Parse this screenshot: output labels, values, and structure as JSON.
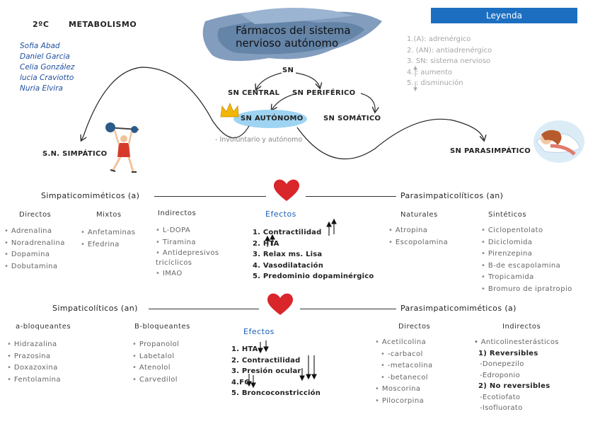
{
  "header": {
    "course": "2ºC",
    "subject": "METABOLISMO",
    "authors": [
      "Sofia Abad",
      "Daniel Garcia",
      "Celia González",
      "lucia Craviotto",
      "Nuria Elvira"
    ]
  },
  "title": {
    "line1": "Fármacos del sistema",
    "line2": "nervioso autónomo"
  },
  "legend": {
    "title": "Leyenda",
    "items": [
      "1.(A): adrenérgico",
      "2. (AN): antiadrenérgico",
      "3. SN: sistema nervioso",
      "4. : aumento",
      "5. : disminución"
    ]
  },
  "tree": {
    "root": "SN",
    "central": "SN CENTRAL",
    "periferico": "SN PERIFÉRICO",
    "autonomo": "SN AUTÓNOMO",
    "somatico": "SN SOMÁTICO",
    "autonomo_note": "- Involuntario y autónomo",
    "simpatico": "S.N. SIMPÁTICO",
    "parasimpatico": "SN PARASIMPÁTICO"
  },
  "row1": {
    "left_title": "Simpaticomiméticos (a)",
    "right_title": "Parasimpaticolíticos (an)",
    "directos": {
      "title": "Directos",
      "items": [
        "Adrenalina",
        "Noradrenalina",
        "Dopamina",
        "Dobutamina"
      ]
    },
    "mixtos": {
      "title": "Mixtos",
      "items": [
        "Anfetaminas",
        "Efedrina"
      ]
    },
    "indirectos": {
      "title": "Indirectos",
      "items": [
        "L-DOPA",
        "Tiramina",
        "Antidepresivos tricíclicos",
        "IMAO"
      ]
    },
    "efectos": {
      "title": "Efectos",
      "items": [
        "1. Contractilidad",
        "2. HTA",
        "3. Relax ms. Lisa",
        "4. Vasodilatación",
        "5. Predominio dopaminérgico"
      ]
    },
    "naturales": {
      "title": "Naturales",
      "items": [
        "Atropina",
        "Escopolamina"
      ]
    },
    "sinteticos": {
      "title": "Sintéticos",
      "items": [
        "Ciclopentolato",
        "Diciclomida",
        "Pirenzepina",
        "B-de escapolamina",
        "Tropicamida",
        "Bromuro de ipratropio"
      ]
    }
  },
  "row2": {
    "left_title": "Simpaticolíticos (an)",
    "right_title": "Parasimpaticomiméticos (a)",
    "alfa": {
      "title": "a-bloqueantes",
      "items": [
        "Hidrazalina",
        "Prazosina",
        "Doxazoxina",
        "Fentolamina"
      ]
    },
    "beta": {
      "title": "B-bloqueantes",
      "items": [
        "Propanolol",
        "Labetalol",
        "Atenolol",
        "Carvedilol"
      ]
    },
    "efectos": {
      "title": "Efectos",
      "items": [
        "1. HTA",
        "2. Contractilidad",
        "3. Presión ocular",
        "4.FC",
        "5. Broncoconstricción"
      ]
    },
    "directos": {
      "title": "Directos",
      "items": [
        "Acetilcolina",
        "-carbacol",
        "-metacolina",
        "-betanecol",
        "Moscorina",
        "Pilocorpina"
      ]
    },
    "indirectos": {
      "title": "Indirectos",
      "head": "Anticolinesterásticos",
      "rev_title": "1) Reversibles",
      "rev_items": [
        "-Donepezilo",
        "-Edroponio"
      ],
      "norev_title": "2) No reversibles",
      "norev_items": [
        "-Ecotiofato",
        "-Isofluorato"
      ]
    }
  },
  "colors": {
    "accent": "#1c6fc0",
    "heart": "#d9262b",
    "autonomo": "#9ed4f2",
    "watercolor": "#4a6f9a"
  }
}
